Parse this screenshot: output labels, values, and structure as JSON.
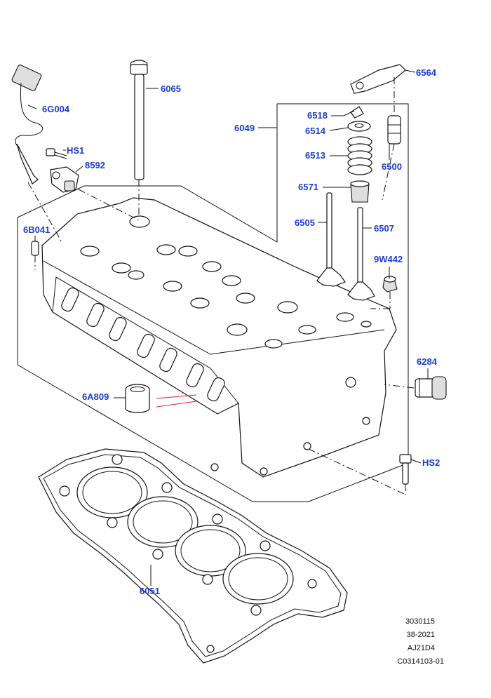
{
  "parts": {
    "p6G004": "6G004",
    "p6065": "6065",
    "p6564": "6564",
    "p6518": "6518",
    "p6514": "6514",
    "p6513": "6513",
    "p6049": "6049",
    "pHS1": "HS1",
    "p8592": "8592",
    "p6500": "6500",
    "p6571": "6571",
    "p6505": "6505",
    "p6507": "6507",
    "p6B041": "6B041",
    "p9W442": "9W442",
    "p6284": "6284",
    "p6A809": "6A809",
    "pHS2": "HS2",
    "p6051": "6051"
  },
  "meta": {
    "line1": "3030115",
    "line2": "38-2021",
    "line3": "AJ21D4",
    "line4": "C0314103-01"
  },
  "colors": {
    "label": "#1a3ccf",
    "line": "#111111",
    "accent": "#e02020"
  }
}
